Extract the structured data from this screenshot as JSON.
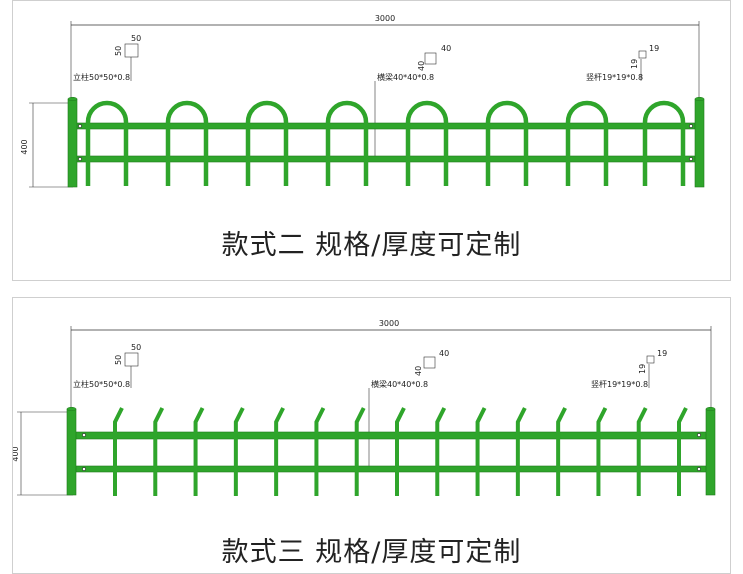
{
  "panels": [
    {
      "id": "style2",
      "total_length": "3000",
      "height_label": "400",
      "post_label": "立柱50*50*0.8",
      "post_size": "50",
      "rail_label": "横梁40*40*0.8",
      "rail_size": "40",
      "picket_label": "竖杆19*19*0.8",
      "picket_size": "19",
      "caption": "款式二 规格/厚度可定制"
    },
    {
      "id": "style3",
      "total_length": "3000",
      "height_label": "400",
      "post_label": "立柱50*50*0.8",
      "post_size": "50",
      "rail_label": "横梁40*40*0.8",
      "rail_size": "40",
      "picket_label": "竖杆19*19*0.8",
      "picket_size": "19",
      "caption": "款式三 规格/厚度可定制"
    }
  ],
  "colors": {
    "fence_green": "#2fa52b",
    "fence_dark": "#1f7a1c",
    "line": "#333333"
  }
}
